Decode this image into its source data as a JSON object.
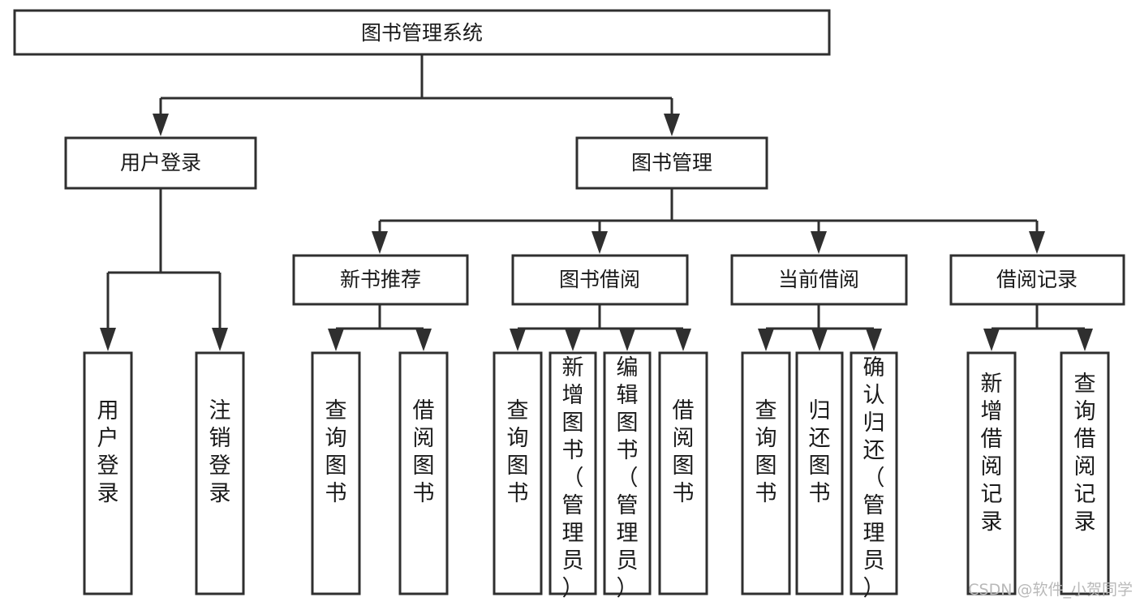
{
  "diagram": {
    "title": "图书管理系统",
    "type": "tree-hierarchy-chart",
    "nodes": {
      "root": {
        "label": "图书管理系统"
      },
      "level2": [
        {
          "id": "user-login",
          "label": "用户登录"
        },
        {
          "id": "book-manage",
          "label": "图书管理"
        }
      ],
      "level3": [
        {
          "id": "new-book-recommend",
          "label": "新书推荐"
        },
        {
          "id": "book-borrow",
          "label": "图书借阅"
        },
        {
          "id": "current-borrow",
          "label": "当前借阅"
        },
        {
          "id": "borrow-record",
          "label": "借阅记录"
        }
      ],
      "leaves": {
        "user-login": [
          {
            "id": "leaf-user-login",
            "label": "用户登录"
          },
          {
            "id": "leaf-logout-login",
            "label": "注销登录"
          }
        ],
        "new-book-recommend": [
          {
            "id": "leaf-query-book-1",
            "label": "查询图书"
          },
          {
            "id": "leaf-borrow-book-1",
            "label": "借阅图书"
          }
        ],
        "book-borrow": [
          {
            "id": "leaf-query-book-2",
            "label": "查询图书"
          },
          {
            "id": "leaf-add-book",
            "label": "新增图书（管理员）"
          },
          {
            "id": "leaf-edit-book",
            "label": "编辑图书（管理员）"
          },
          {
            "id": "leaf-borrow-book-2",
            "label": "借阅图书"
          }
        ],
        "current-borrow": [
          {
            "id": "leaf-query-book-3",
            "label": "查询图书"
          },
          {
            "id": "leaf-return-book",
            "label": "归还图书"
          },
          {
            "id": "leaf-confirm-return",
            "label": "确认归还（管理员）"
          }
        ],
        "borrow-record": [
          {
            "id": "leaf-add-record",
            "label": "新增借阅记录"
          },
          {
            "id": "leaf-query-record",
            "label": "查询借阅记录"
          }
        ]
      }
    },
    "colors": {
      "box_stroke": "#2f2f2f",
      "box_fill": "#ffffff",
      "text": "#1a1a1a",
      "watermark": "#b9b9b9",
      "background": "#ffffff"
    }
  },
  "watermark": {
    "text": "CSDN @软件_小贺同学"
  }
}
